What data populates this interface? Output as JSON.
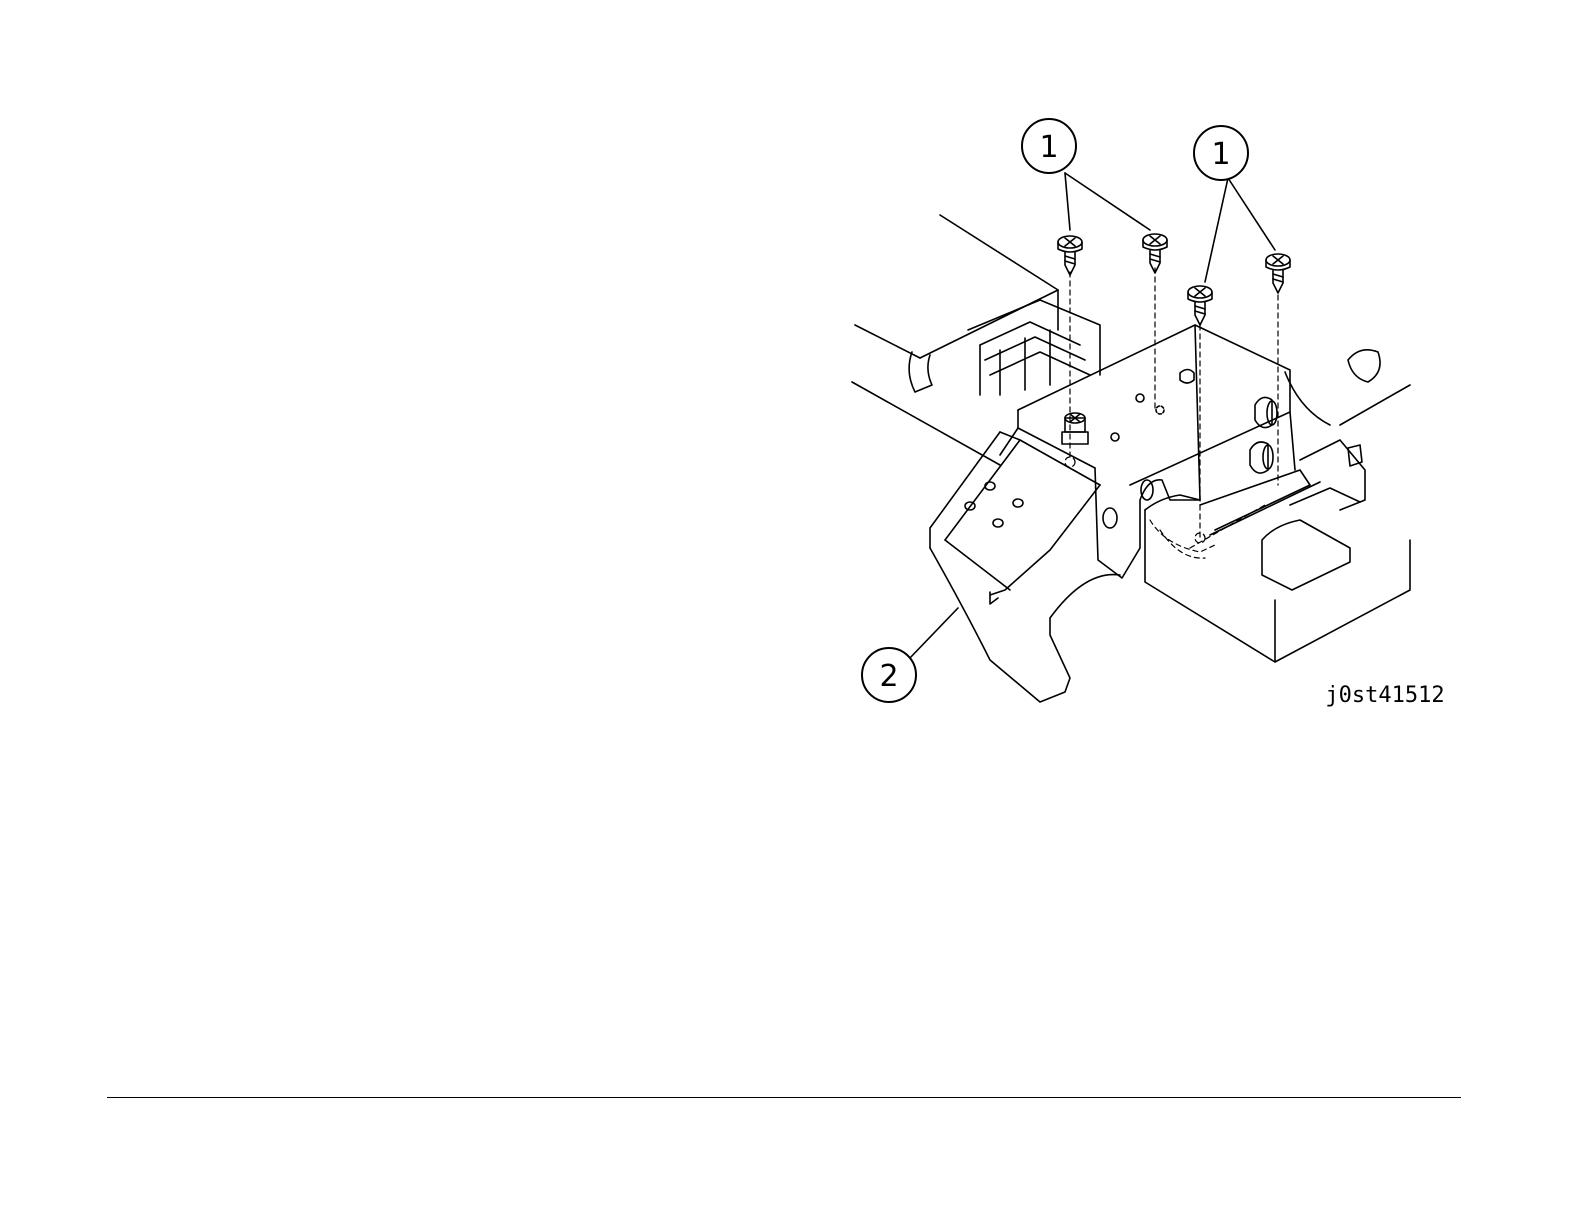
{
  "figure": {
    "figure_id": "j0st41512",
    "callouts": [
      {
        "key": "1a",
        "label": "1"
      },
      {
        "key": "1b",
        "label": "1"
      },
      {
        "key": "2",
        "label": "2"
      }
    ]
  },
  "colors": {
    "line": "#000000",
    "background": "#ffffff"
  }
}
